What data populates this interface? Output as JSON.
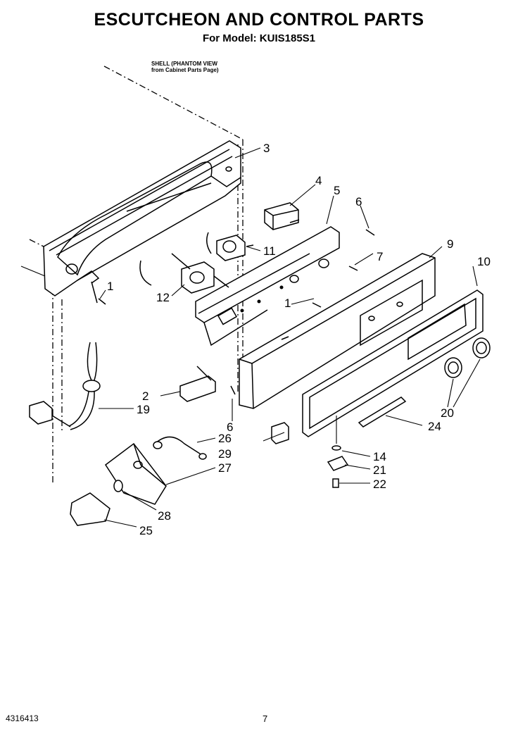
{
  "header": {
    "title": "ESCUTCHEON AND CONTROL PARTS",
    "subtitle": "For Model: KUIS185S1"
  },
  "shell_note": {
    "line1": "SHELL (PHANTOM VIEW",
    "line2": "from Cabinet Parts Page)"
  },
  "callouts": [
    {
      "id": "1a",
      "text": "1"
    },
    {
      "id": "1b",
      "text": "1"
    },
    {
      "id": "2",
      "text": "2"
    },
    {
      "id": "3",
      "text": "3"
    },
    {
      "id": "4",
      "text": "4"
    },
    {
      "id": "5",
      "text": "5"
    },
    {
      "id": "6a",
      "text": "6"
    },
    {
      "id": "6b",
      "text": "6"
    },
    {
      "id": "7",
      "text": "7"
    },
    {
      "id": "9",
      "text": "9"
    },
    {
      "id": "10",
      "text": "10"
    },
    {
      "id": "11",
      "text": "11"
    },
    {
      "id": "12",
      "text": "12"
    },
    {
      "id": "14",
      "text": "14"
    },
    {
      "id": "19",
      "text": "19"
    },
    {
      "id": "20",
      "text": "20"
    },
    {
      "id": "21",
      "text": "21"
    },
    {
      "id": "22",
      "text": "22"
    },
    {
      "id": "24",
      "text": "24"
    },
    {
      "id": "25",
      "text": "25"
    },
    {
      "id": "26",
      "text": "26"
    },
    {
      "id": "27",
      "text": "27"
    },
    {
      "id": "28",
      "text": "28"
    },
    {
      "id": "29",
      "text": "29"
    }
  ],
  "footer": {
    "code": "4316413",
    "page": "7"
  }
}
